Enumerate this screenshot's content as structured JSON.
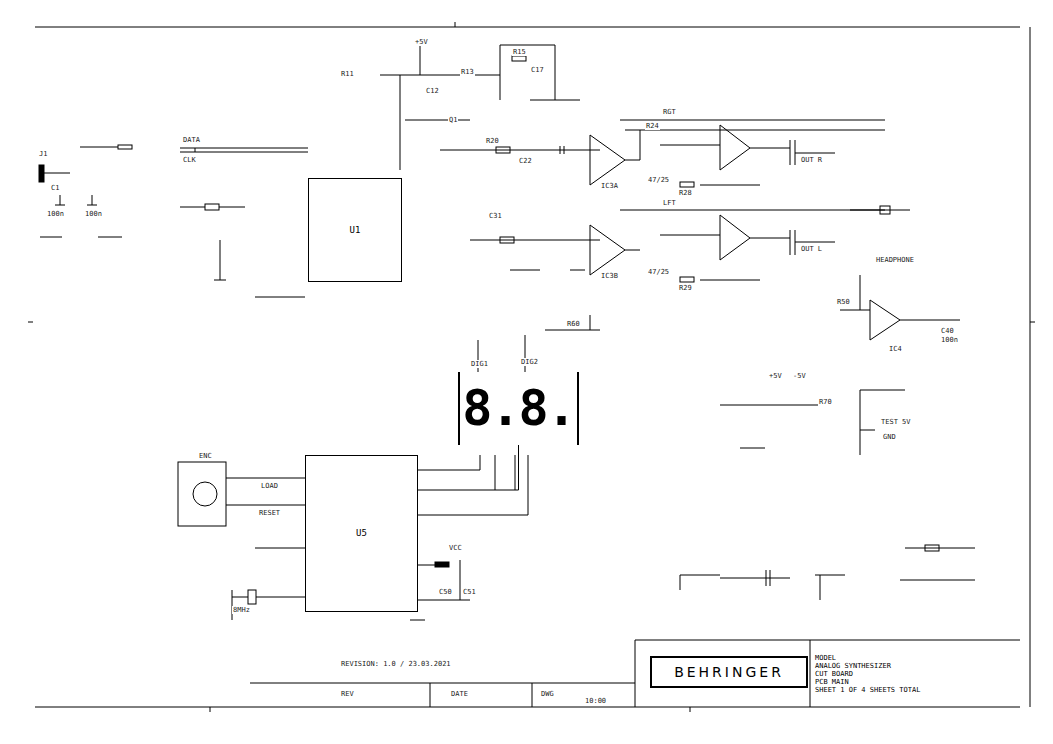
{
  "diagram": {
    "nodes": [
      {
        "text": [
          "U1"
        ]
      },
      {
        "text": [
          "U5"
        ]
      },
      {
        "text": [
          "8.8."
        ]
      },
      {
        "text": [
          "BEHRINGER"
        ]
      },
      {
        "text": [
          "MODEL",
          "ANALOG SYNTHESIZER",
          "CUT BOARD",
          "PCB MAIN",
          "SHEET 1 OF 4 SHEETS TOTAL"
        ]
      }
    ],
    "edges": [
      {
        "from": 1,
        "to": 2,
        "arrow": "none"
      }
    ],
    "labels": [
      "+5V",
      "R11",
      "C12",
      "R13",
      "Q1",
      "R15",
      "C17",
      "RGT",
      "LFT",
      "R20",
      "C22",
      "IC3A",
      "IC3B",
      "C31",
      "R24",
      "47/25",
      "R28",
      "47/25",
      "R29",
      "OUT R",
      "OUT L",
      "HEADPHONE",
      "C40",
      "100n",
      "R50",
      "IC4",
      "TEST 5V",
      "GND",
      "DIG1",
      "DIG2",
      "R60",
      "ENC",
      "8MHz",
      "C50",
      "C51",
      "100n",
      "100n",
      "J1",
      "C1",
      "DATA",
      "CLK",
      "LOAD",
      "RESET",
      "VCC",
      "+5V",
      "-5V",
      "R70",
      "REV",
      "DATE",
      "DWG",
      "10:00",
      "REVISION: 1.0 / 23.03.2021"
    ]
  }
}
